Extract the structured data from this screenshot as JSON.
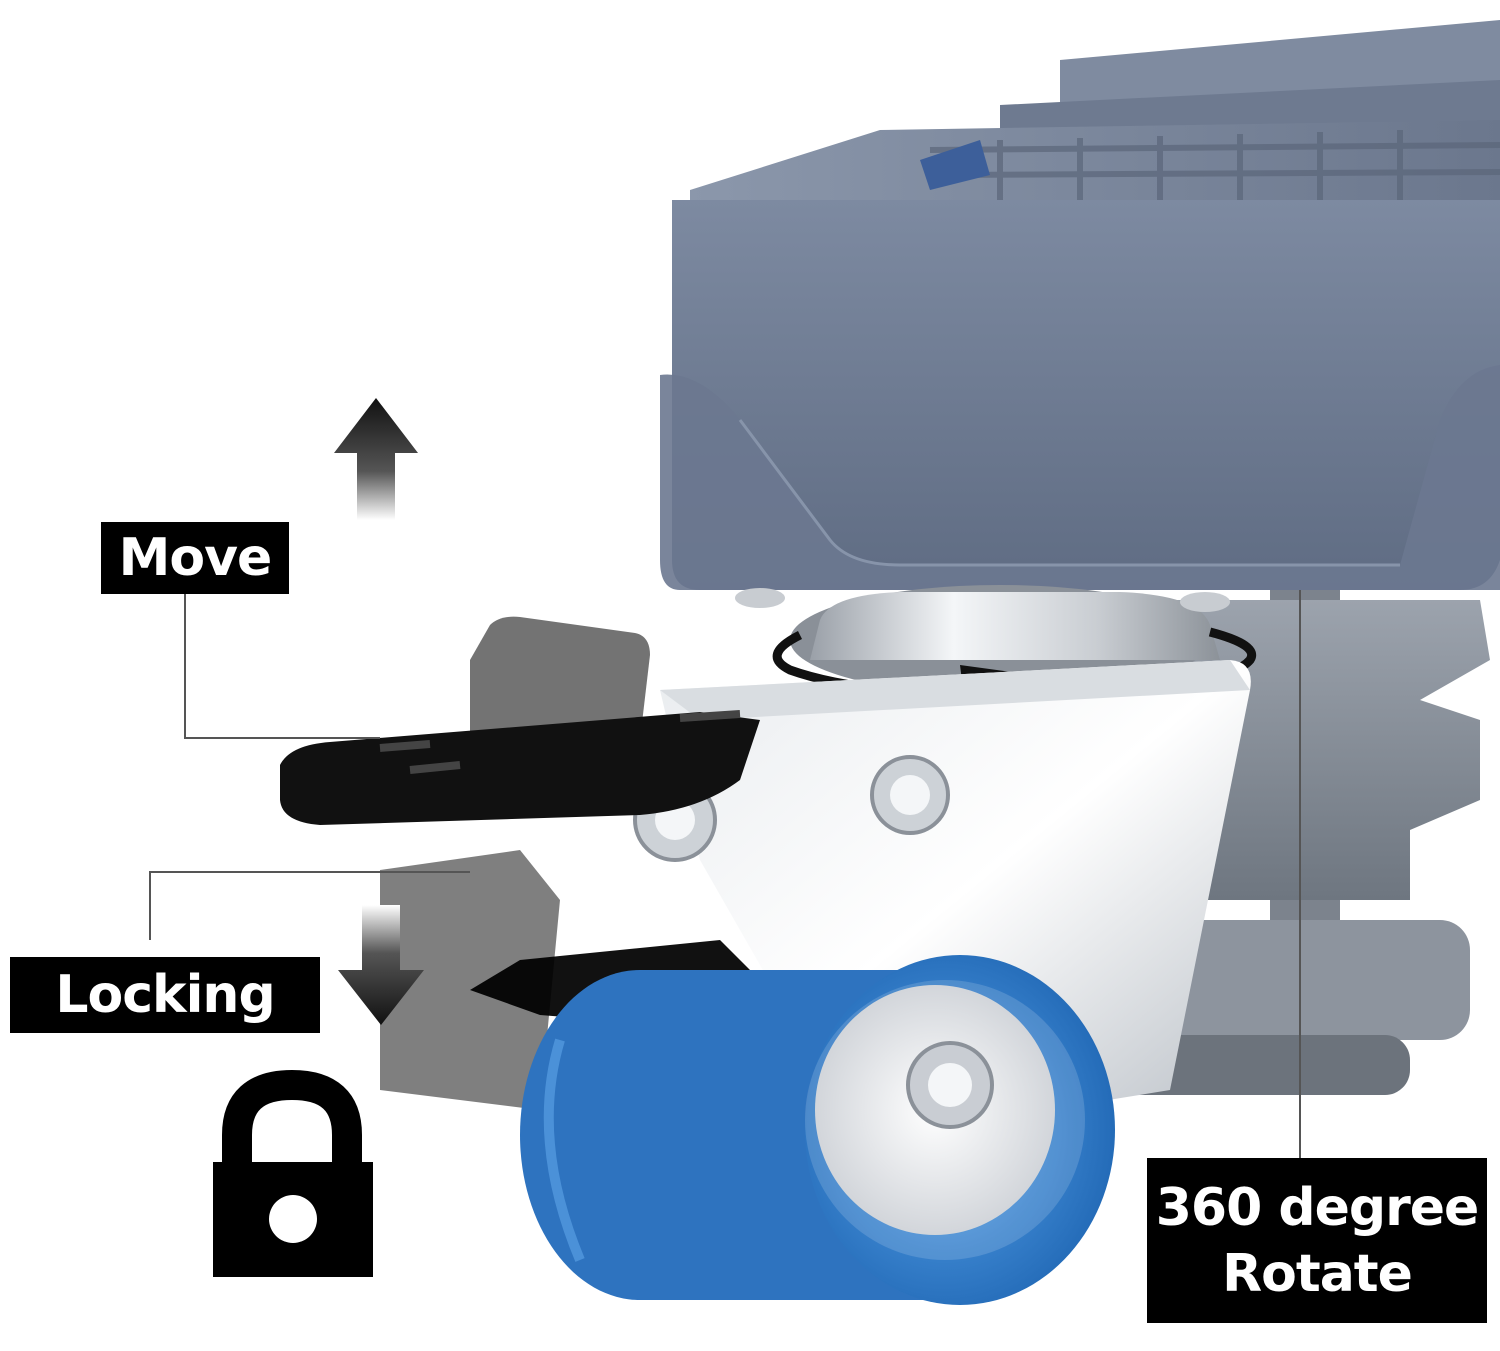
{
  "labels": {
    "move": "Move",
    "locking": "Locking",
    "rotate_line1": "360 degree",
    "rotate_line2": "Rotate"
  },
  "icons": [
    "arrow-up-icon",
    "arrow-down-icon",
    "padlock-icon",
    "rotation-arrow-icon"
  ],
  "colors": {
    "label_background": "#000000",
    "label_text": "#ffffff",
    "wheel_blue": "#2f7fd0",
    "base_gray": "#6f7d95"
  }
}
